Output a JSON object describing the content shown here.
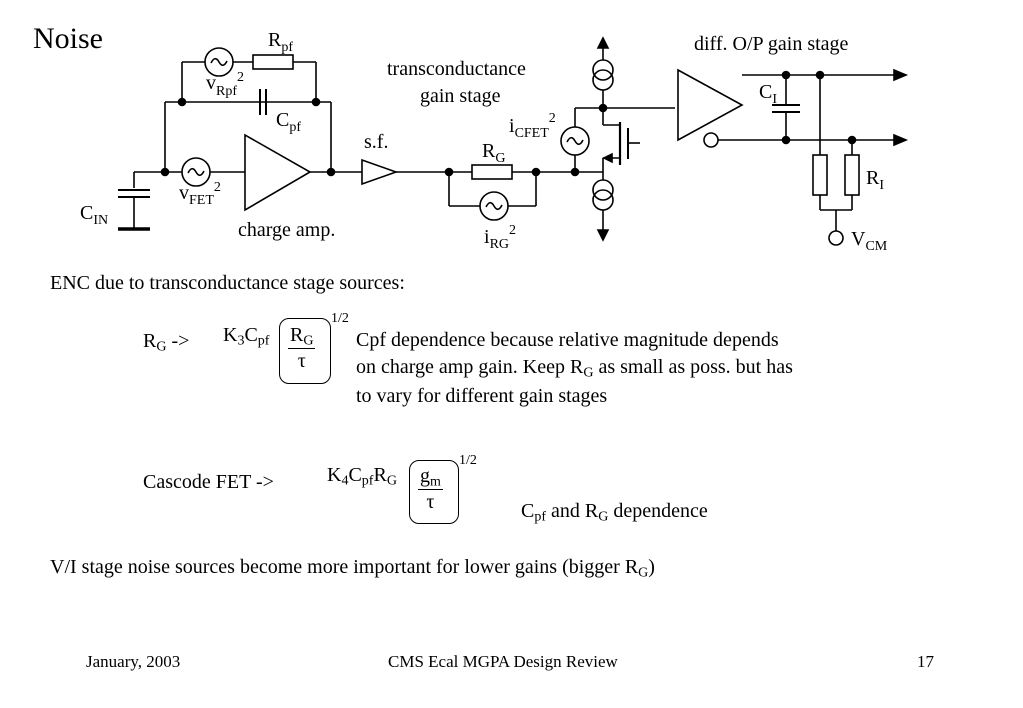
{
  "slide": {
    "title": "Noise",
    "diagram_labels": {
      "rpf": "R",
      "rpf_sub": "pf",
      "vrpf": "v",
      "vrpf_sub": "Rpf",
      "vrpf_sup": "2",
      "cpf": "C",
      "cpf_sub": "pf",
      "cin": "C",
      "cin_sub": "IN",
      "vfet": "v",
      "vfet_sub": "FET",
      "vfet_sup": "2",
      "charge_amp": "charge amp.",
      "sf": "s.f.",
      "transconductance_line1": "transconductance",
      "transconductance_line2": "gain stage",
      "rg": "R",
      "rg_sub": "G",
      "irg": "i",
      "irg_sub": "RG",
      "irg_sup": "2",
      "icfet": "i",
      "icfet_sub": "CFET",
      "icfet_sup": "2",
      "diff_stage": "diff. O/P gain stage",
      "ci": "C",
      "ci_sub": "I",
      "ri": "R",
      "ri_sub": "I",
      "vcm": "V",
      "vcm_sub": "CM"
    },
    "enc_heading": "ENC due to transconductance stage sources:",
    "formula1": {
      "lhs_main": "R",
      "lhs_sub": "G",
      "lhs_arrow": " ->",
      "k": "K",
      "k_sub": "3",
      "c": "C",
      "c_sub": "pf",
      "num_main": "R",
      "num_sub": "G",
      "den": "τ",
      "exponent": "1/2",
      "note_line1": "Cpf dependence because relative magnitude depends",
      "note_line2_a": "on charge amp gain. Keep R",
      "note_line2_sub": "G",
      "note_line2_b": " as small as poss. but has",
      "note_line3": "to vary for different gain stages"
    },
    "formula2": {
      "lhs": "Cascode FET  ->",
      "k": "K",
      "k_sub": "4",
      "c": "C",
      "c_sub": "pf",
      "r": "R",
      "r_sub": "G",
      "num_main": "g",
      "num_sub": "m",
      "den": "τ",
      "exponent": "1/2",
      "note_c": "C",
      "note_c_sub": "pf",
      "note_mid": " and R",
      "note_r_sub": "G",
      "note_end": " dependence"
    },
    "bottom_line_a": "V/I stage noise sources become more important for lower gains (bigger R",
    "bottom_line_sub": "G",
    "bottom_line_b": ")",
    "footer": {
      "date": "January, 2003",
      "center": "CMS Ecal MGPA Design Review",
      "page": "17"
    }
  }
}
